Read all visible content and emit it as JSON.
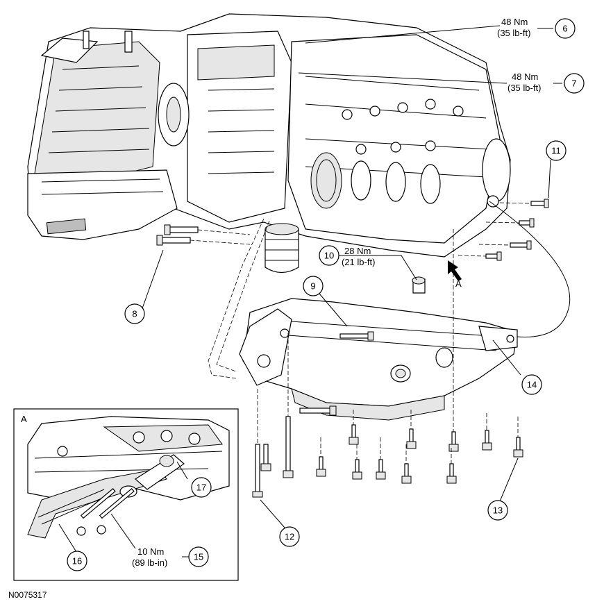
{
  "callouts": [
    {
      "id": "6",
      "torque_nm": "48 Nm",
      "torque_imp": "(35 lb-ft)"
    },
    {
      "id": "7",
      "torque_nm": "48 Nm",
      "torque_imp": "(35 lb-ft)"
    },
    {
      "id": "8"
    },
    {
      "id": "9"
    },
    {
      "id": "10",
      "torque_nm": "28 Nm",
      "torque_imp": "(21 lb-ft)"
    },
    {
      "id": "11"
    },
    {
      "id": "12"
    },
    {
      "id": "13"
    },
    {
      "id": "14"
    },
    {
      "id": "15",
      "torque_nm": "10 Nm",
      "torque_imp": "(89 lb-in)"
    },
    {
      "id": "16"
    },
    {
      "id": "17"
    }
  ],
  "view_label": "A",
  "inset_label": "A",
  "figure_id": "N0075317"
}
